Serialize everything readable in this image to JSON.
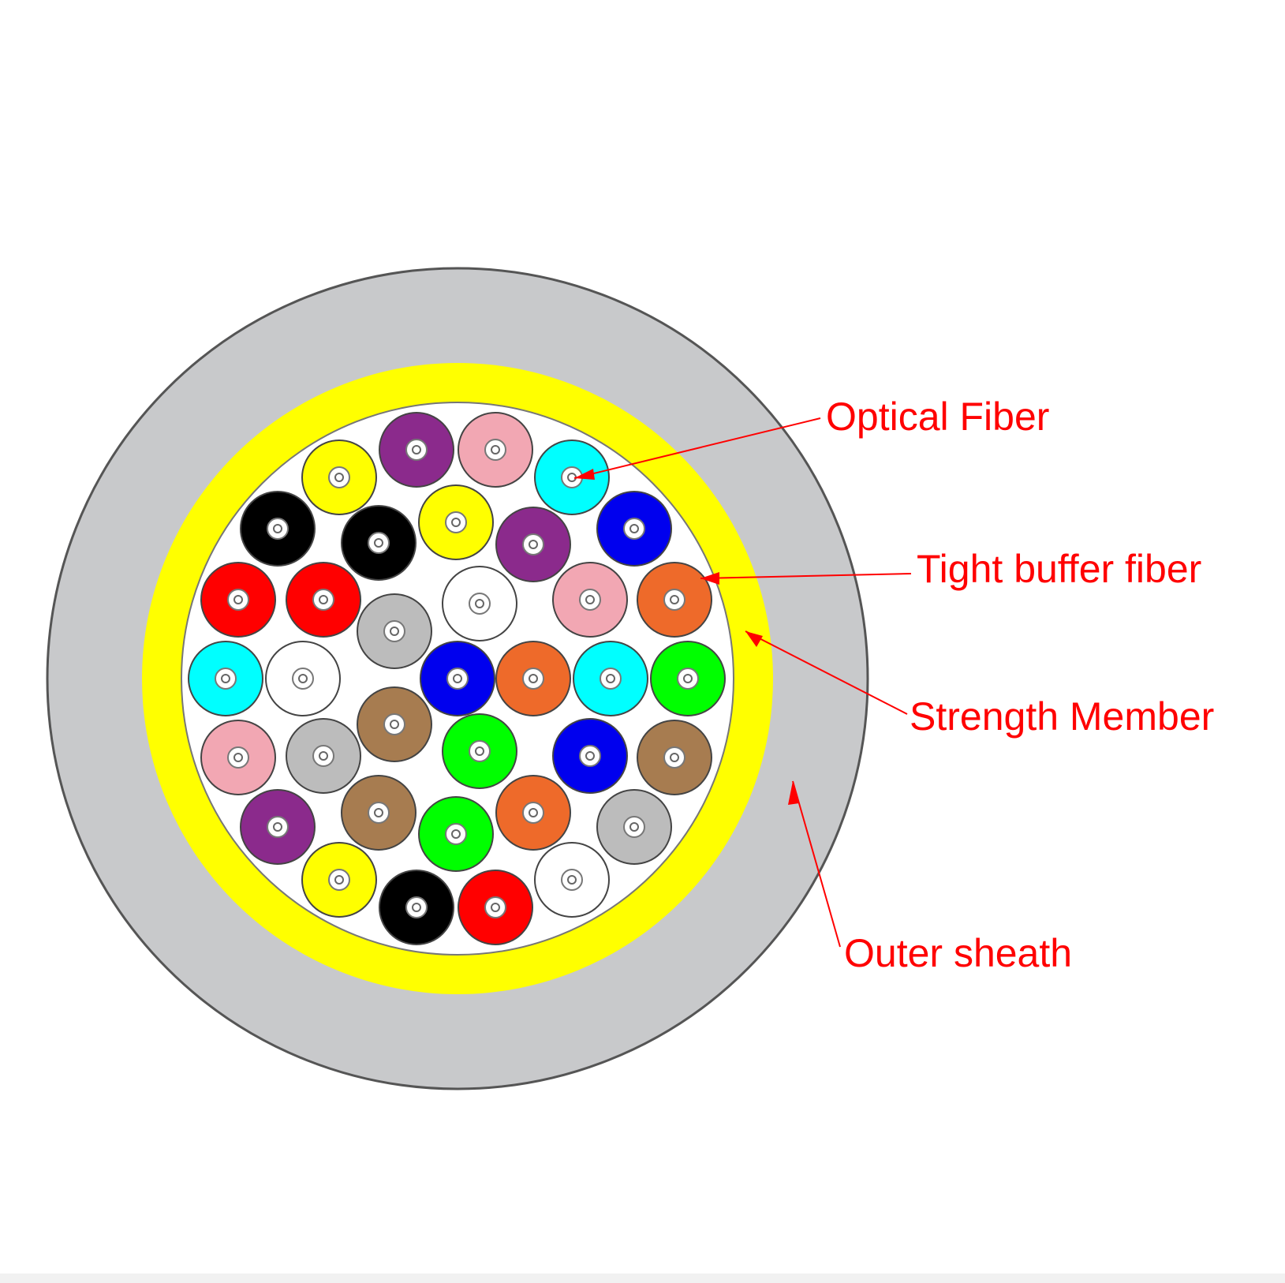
{
  "labels": {
    "optical_fiber": "Optical Fiber",
    "tight_buffer": "Tight buffer fiber",
    "strength_member": "Strength Member",
    "outer_sheath": "Outer sheath"
  },
  "colors": {
    "sheath_fill": "#c8c9cb",
    "sheath_stroke": "#555555",
    "strength_yellow": "#ffff00",
    "inner_fill": "#ffffff",
    "label_red": "#ff0000",
    "fiber_colors": {
      "yellow": "#ffff00",
      "purple": "#8b2a8c",
      "pink": "#f2a7b3",
      "cyan": "#00ffff",
      "black": "#000000",
      "blue": "#0000ee",
      "red": "#ff0000",
      "white": "#ffffff",
      "gray": "#bcbcbc",
      "orange": "#ee6a2a",
      "green": "#00ff00",
      "brown": "#a77c50"
    }
  },
  "fibers": [
    "yellow",
    "purple",
    "pink",
    "cyan",
    "black",
    "black",
    "yellow",
    "purple",
    "blue",
    "red",
    "red",
    "white",
    "pink",
    "orange",
    "gray",
    "cyan",
    "white",
    "blue",
    "orange",
    "cyan",
    "green",
    "brown",
    "pink",
    "gray",
    "green",
    "blue",
    "brown",
    "purple",
    "brown",
    "green",
    "orange",
    "gray",
    "yellow",
    "black",
    "red",
    "white"
  ]
}
